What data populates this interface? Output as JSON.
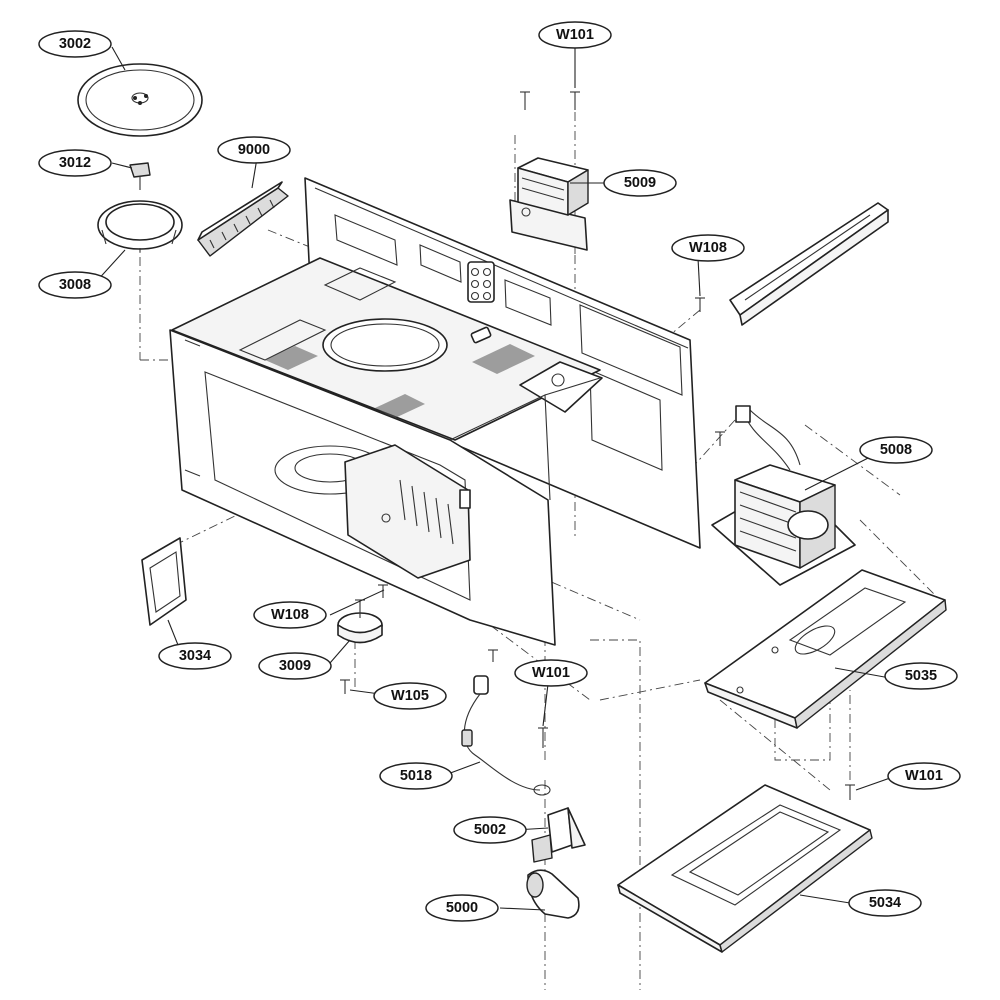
{
  "callouts": [
    {
      "id": "3002"
    },
    {
      "id": "3012"
    },
    {
      "id": "3008"
    },
    {
      "id": "9000"
    },
    {
      "id": "W101"
    },
    {
      "id": "5009"
    },
    {
      "id": "W108"
    },
    {
      "id": "5008"
    },
    {
      "id": "W108"
    },
    {
      "id": "3034"
    },
    {
      "id": "3009"
    },
    {
      "id": "W105"
    },
    {
      "id": "W101"
    },
    {
      "id": "5035"
    },
    {
      "id": "5018"
    },
    {
      "id": "W101"
    },
    {
      "id": "5002"
    },
    {
      "id": "5000"
    },
    {
      "id": "5034"
    }
  ]
}
